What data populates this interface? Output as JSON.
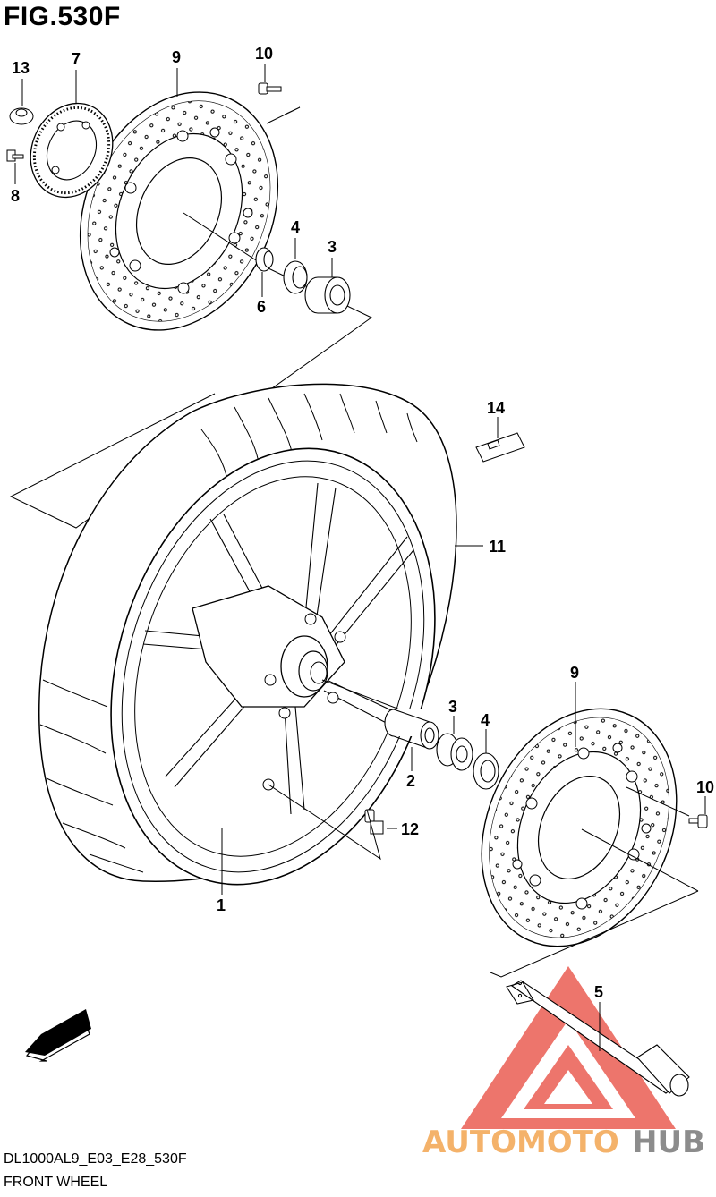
{
  "figure": {
    "title": "FIG.530F",
    "code": "DL1000AL9_E03_E28_530F",
    "name": "FRONT WHEEL"
  },
  "callouts": {
    "c1": "1",
    "c2": "2",
    "c3a": "3",
    "c3b": "3",
    "c4a": "4",
    "c4b": "4",
    "c5": "5",
    "c6": "6",
    "c7": "7",
    "c8": "8",
    "c9a": "9",
    "c9b": "9",
    "c10a": "10",
    "c10b": "10",
    "c11": "11",
    "c12": "12",
    "c13": "13",
    "c14": "14"
  },
  "direction_badge": "FWD",
  "watermark": {
    "part1": "AUTOMOTO",
    "part2": "HUB",
    "color1": "#f4b26a",
    "color2": "#8c8c8c",
    "logo_color": "#e8473c"
  }
}
